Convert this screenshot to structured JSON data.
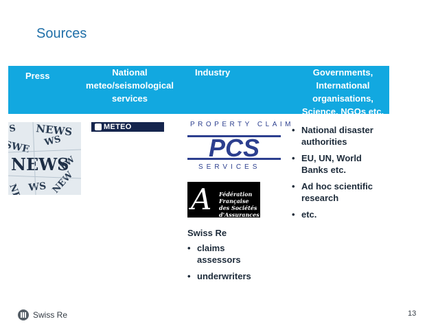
{
  "title": "Sources",
  "header": {
    "press": "Press",
    "meteo": "National meteo/seismological services",
    "industry": "Industry",
    "governments": "Governments, International organisations, Science, NGOs etc."
  },
  "logos": {
    "news": "NEWS",
    "meteo_france": "METEO FRANCE",
    "pcs_top": "PROPERTY CLAIM",
    "pcs_main": "PCS",
    "pcs_bottom": "SERVICES",
    "ffsa_letter": "A",
    "ffsa_text": [
      "Fédération",
      "Française",
      "des Sociétés",
      "d'Assurances"
    ]
  },
  "industry": {
    "label": "Swiss Re",
    "items": [
      "claims assessors",
      "underwriters"
    ]
  },
  "governments_items": [
    "National disaster authorities",
    "EU, UN, World Banks etc.",
    "Ad hoc scientific research",
    "etc."
  ],
  "footer": {
    "company": "Swiss Re",
    "page_number": "13"
  },
  "colors": {
    "header_band": "#12a8e0",
    "title": "#1f6fa8",
    "pcs_blue": "#2c3f8f"
  }
}
